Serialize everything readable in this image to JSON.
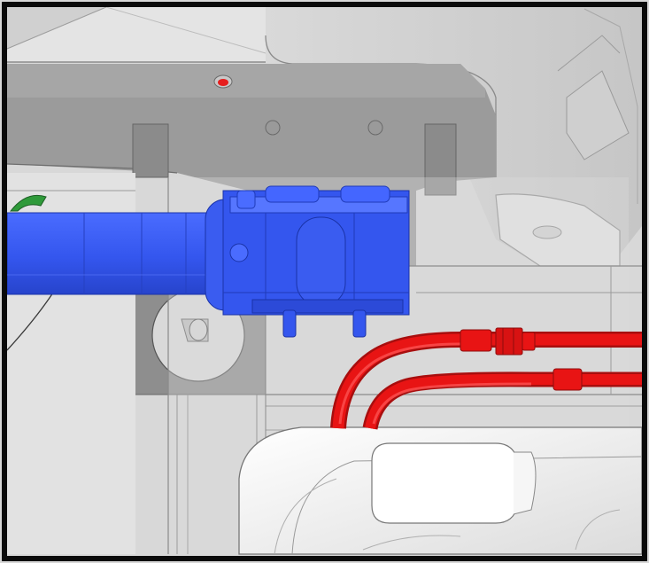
{
  "figure": {
    "labels": [],
    "colors": {
      "frame": "#0a0a0a",
      "ceiling_light": "#dedede",
      "bracket_dark": "#8e8e8e",
      "bracket_mid": "#a9a9a9",
      "panel_light": "#d4d4d4",
      "track_light": "#e6e6e6",
      "strap_blue": "#3a5cf0",
      "strap_blue_dark": "#2440c8",
      "hose_red": "#ee1c1c",
      "hose_red_dark": "#b20f0f",
      "tank_white": "#f2f2f2",
      "grommet_green": "#2f9a3a"
    },
    "parts": [
      "ceiling-panel",
      "mounting-bracket",
      "blue-strap",
      "strap-hinge-clamp",
      "red-hose-upper",
      "red-hose-lower",
      "hose-fitting",
      "floor-pan",
      "green-grommet",
      "loose-cable"
    ]
  }
}
